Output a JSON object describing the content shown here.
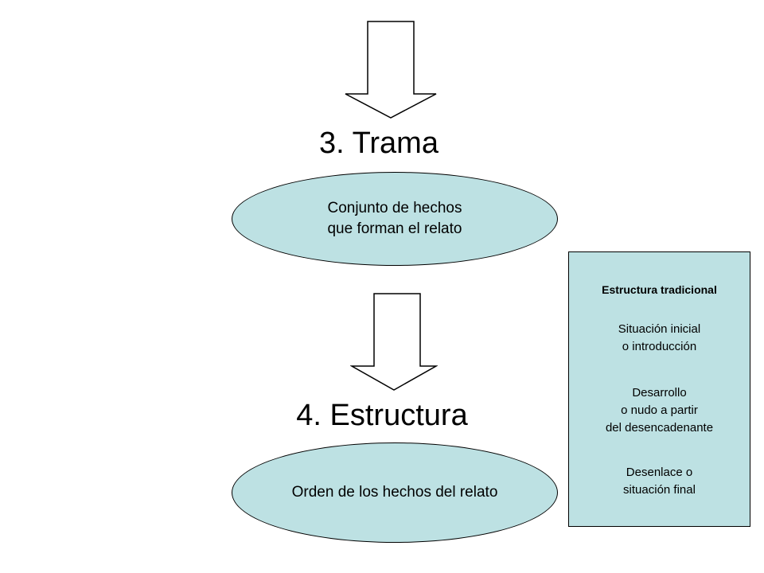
{
  "trama": {
    "heading": "3. Trama",
    "ellipse_lines": [
      "Conjunto de hechos",
      "que forman el relato"
    ]
  },
  "estructura": {
    "heading": "4. Estructura",
    "ellipse_text": "Orden de los hechos del relato"
  },
  "side_box": {
    "title": "Estructura tradicional",
    "sections": [
      {
        "lines": [
          "Situación inicial",
          "o introducción"
        ]
      },
      {
        "lines": [
          "Desarrollo",
          "o nudo a partir",
          "del desencadenante"
        ]
      },
      {
        "lines": [
          "Desenlace o",
          "situación final"
        ]
      }
    ]
  },
  "colors": {
    "shape_fill": "#bde1e3",
    "outline": "#000000",
    "background": "#ffffff"
  }
}
